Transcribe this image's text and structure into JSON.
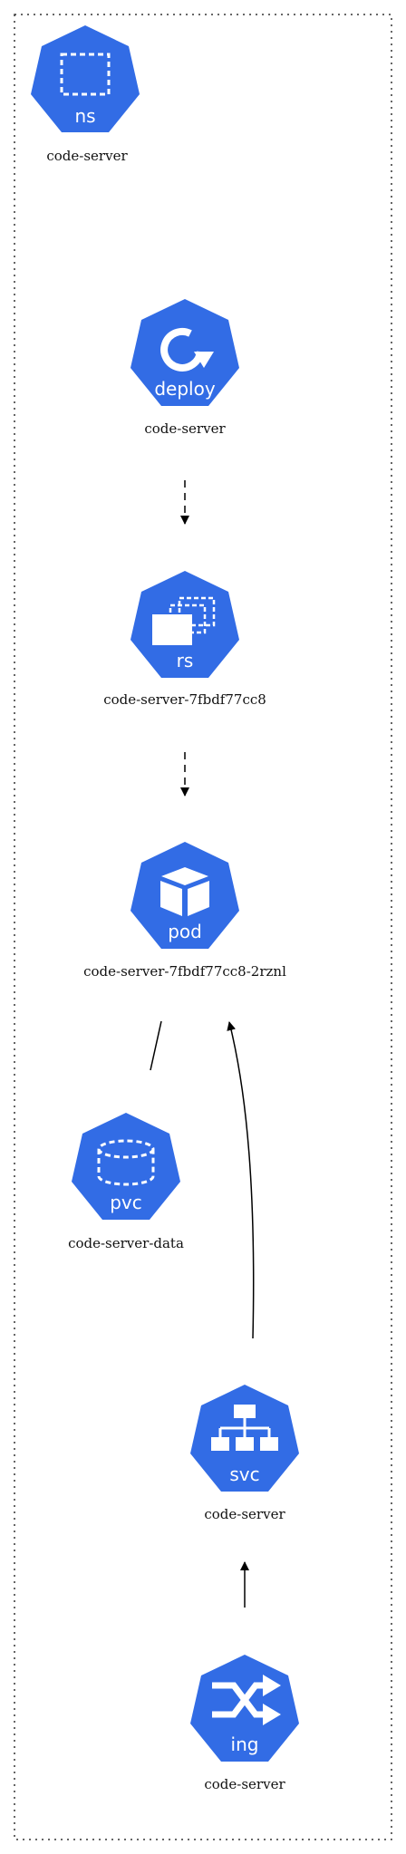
{
  "colors": {
    "icon_fill": "#326ce5",
    "icon_glyph": "#ffffff",
    "edge": "#000000",
    "cluster_border": "#333333"
  },
  "cluster": {
    "style": "dotted"
  },
  "nodes": {
    "ns": {
      "icon": "namespace-icon",
      "kind": "ns",
      "label": "code-server"
    },
    "deploy": {
      "icon": "deployment-icon",
      "kind": "deploy",
      "label": "code-server"
    },
    "rs": {
      "icon": "replicaset-icon",
      "kind": "rs",
      "label": "code-server-7fbdf77cc8"
    },
    "pod": {
      "icon": "pod-icon",
      "kind": "pod",
      "label": "code-server-7fbdf77cc8-2rznl"
    },
    "pvc": {
      "icon": "pvc-icon",
      "kind": "pvc",
      "label": "code-server-data"
    },
    "svc": {
      "icon": "service-icon",
      "kind": "svc",
      "label": "code-server"
    },
    "ing": {
      "icon": "ingress-icon",
      "kind": "ing",
      "label": "code-server"
    }
  },
  "edges": [
    {
      "from": "deploy",
      "to": "rs",
      "style": "dashed",
      "arrow": true
    },
    {
      "from": "rs",
      "to": "pod",
      "style": "dashed",
      "arrow": true
    },
    {
      "from": "pod",
      "to": "pvc",
      "style": "solid",
      "arrow": false
    },
    {
      "from": "svc",
      "to": "pod",
      "style": "solid",
      "arrow": true
    },
    {
      "from": "ing",
      "to": "svc",
      "style": "solid",
      "arrow": true
    }
  ]
}
